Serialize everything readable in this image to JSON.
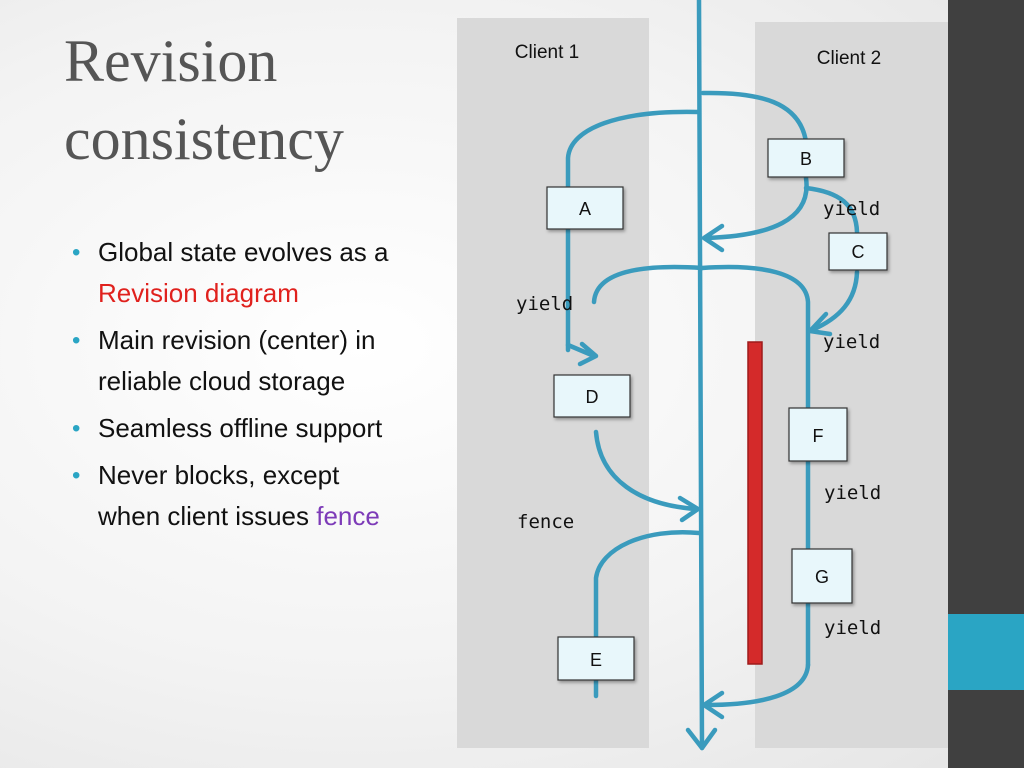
{
  "title": {
    "line1": "Revision",
    "line2": "consistency"
  },
  "bullets": [
    {
      "parts": [
        {
          "text": "Global state evolves as a "
        },
        {
          "text": "Revision diagram",
          "color": "red"
        }
      ]
    },
    {
      "parts": [
        {
          "text": "Main revision (center) in reliable cloud storage"
        }
      ]
    },
    {
      "parts": [
        {
          "text": "Seamless offline support"
        }
      ]
    },
    {
      "parts": [
        {
          "text": "Never blocks, except when client issues "
        },
        {
          "text": "fence",
          "color": "purple"
        }
      ]
    }
  ],
  "diagram": {
    "client1_label": "Client 1",
    "client2_label": "Client 2",
    "boxes": {
      "A": "A",
      "B": "B",
      "C": "C",
      "D": "D",
      "E": "E",
      "F": "F",
      "G": "G"
    },
    "labels": {
      "yield_b": "yield",
      "yield_a": "yield",
      "yield_c": "yield",
      "fence": "fence",
      "yield_f": "yield",
      "yield_g": "yield"
    }
  },
  "colors": {
    "accent": "#2aa5c4",
    "revision_line": "#3a9bbd",
    "red_bar": "#d42a2a",
    "box_fill": "#e8f7fb",
    "dark_bar": "#404040",
    "column_bg": "#d9d9d9",
    "red_text": "#e0211d",
    "purple_text": "#7d3bb8"
  }
}
